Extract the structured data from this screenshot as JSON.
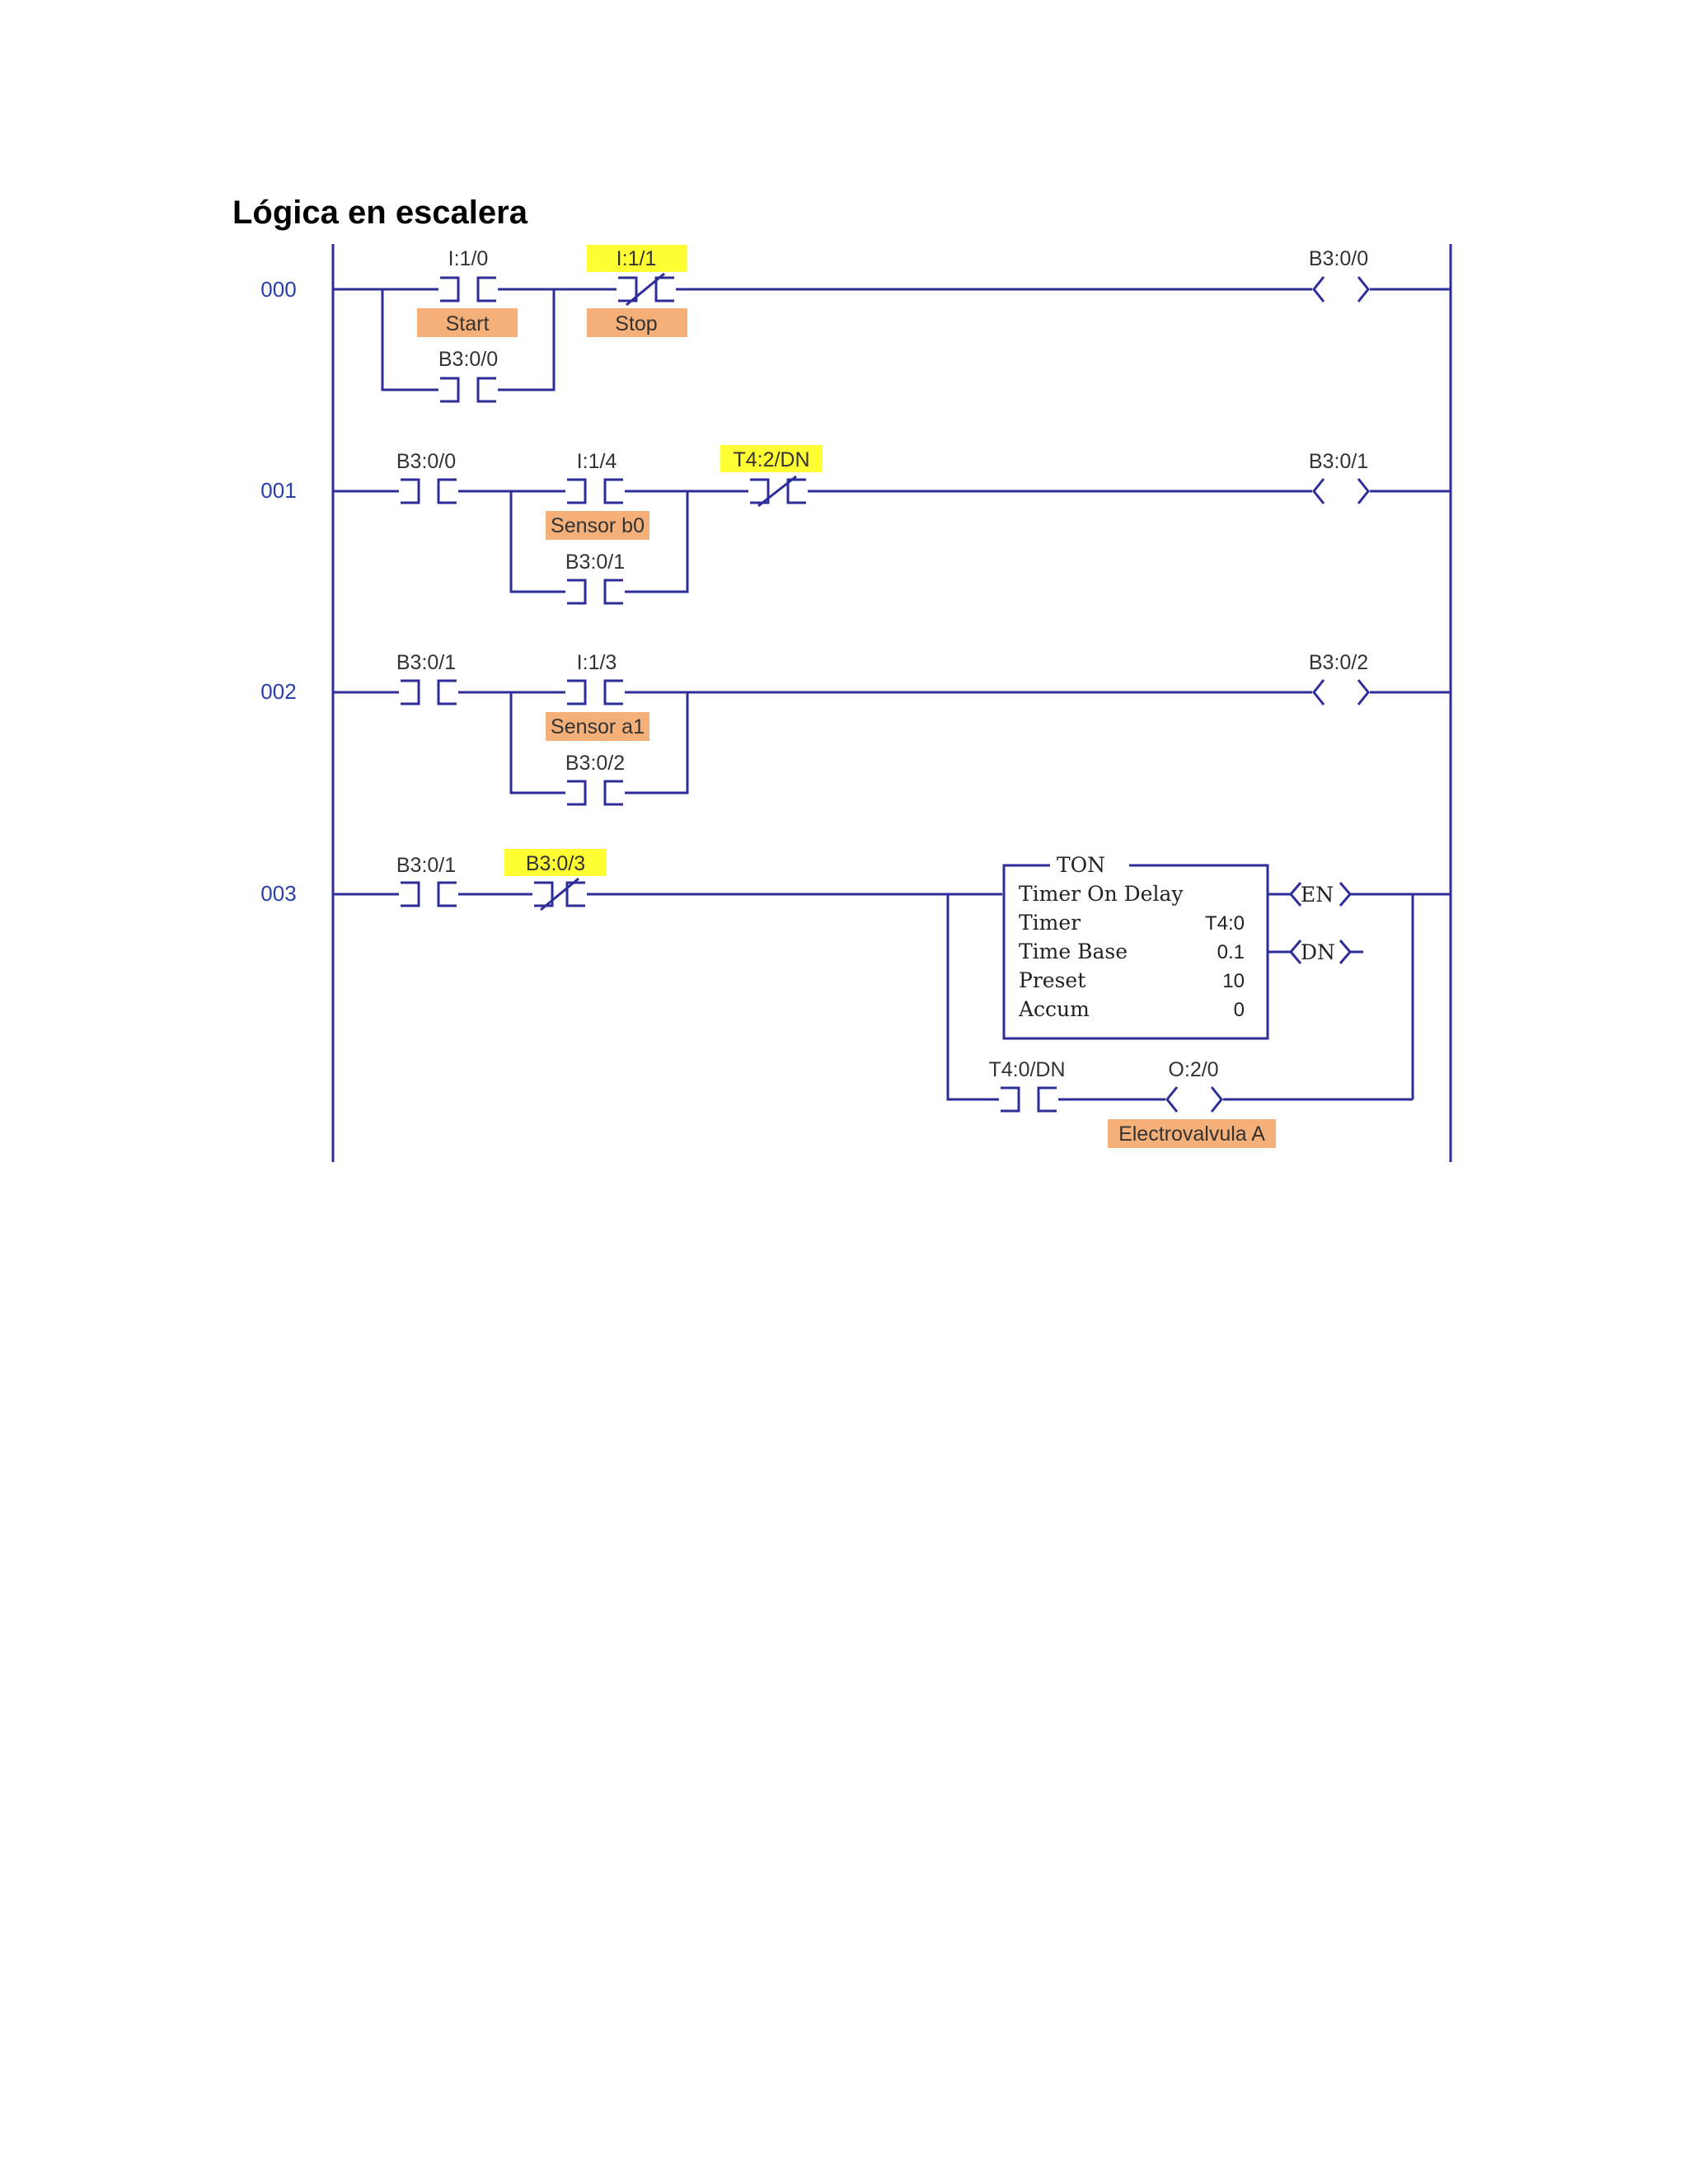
{
  "title": "Lógica en escalera",
  "colors": {
    "wire": "#2e2e9a",
    "highlight": "#ffff33",
    "description_bg": "#f5b07a",
    "rung_number": "#2a3fa8"
  },
  "rungs": [
    {
      "number": "000",
      "elements": [
        {
          "type": "contact-no",
          "address": "I:1/0",
          "description": "Start"
        },
        {
          "type": "contact-no",
          "address": "B3:0/0",
          "branch": true
        },
        {
          "type": "contact-nc",
          "address": "I:1/1",
          "description": "Stop",
          "highlighted": true
        },
        {
          "type": "coil",
          "address": "B3:0/0"
        }
      ]
    },
    {
      "number": "001",
      "elements": [
        {
          "type": "contact-no",
          "address": "B3:0/0"
        },
        {
          "type": "contact-no",
          "address": "I:1/4",
          "description": "Sensor b0"
        },
        {
          "type": "contact-no",
          "address": "B3:0/1",
          "branch": true
        },
        {
          "type": "contact-nc",
          "address": "T4:2/DN",
          "highlighted": true
        },
        {
          "type": "coil",
          "address": "B3:0/1"
        }
      ]
    },
    {
      "number": "002",
      "elements": [
        {
          "type": "contact-no",
          "address": "B3:0/1"
        },
        {
          "type": "contact-no",
          "address": "I:1/3",
          "description": "Sensor a1"
        },
        {
          "type": "contact-no",
          "address": "B3:0/2",
          "branch": true
        },
        {
          "type": "coil",
          "address": "B3:0/2"
        }
      ]
    },
    {
      "number": "003",
      "elements": [
        {
          "type": "contact-no",
          "address": "B3:0/1"
        },
        {
          "type": "contact-nc",
          "address": "B3:0/3",
          "highlighted": true
        },
        {
          "type": "timer",
          "header": "TON",
          "name": "Timer On Delay",
          "fields": [
            {
              "label": "Timer",
              "value": "T4:0"
            },
            {
              "label": "Time Base",
              "value": "0.1"
            },
            {
              "label": "Preset",
              "value": "10"
            },
            {
              "label": "Accum",
              "value": "0"
            }
          ],
          "outputs": [
            "EN",
            "DN"
          ]
        },
        {
          "type": "contact-no",
          "address": "T4:0/DN",
          "branch": true
        },
        {
          "type": "coil",
          "address": "O:2/0",
          "description": "Electrovalvula A",
          "branch": true
        }
      ]
    }
  ]
}
